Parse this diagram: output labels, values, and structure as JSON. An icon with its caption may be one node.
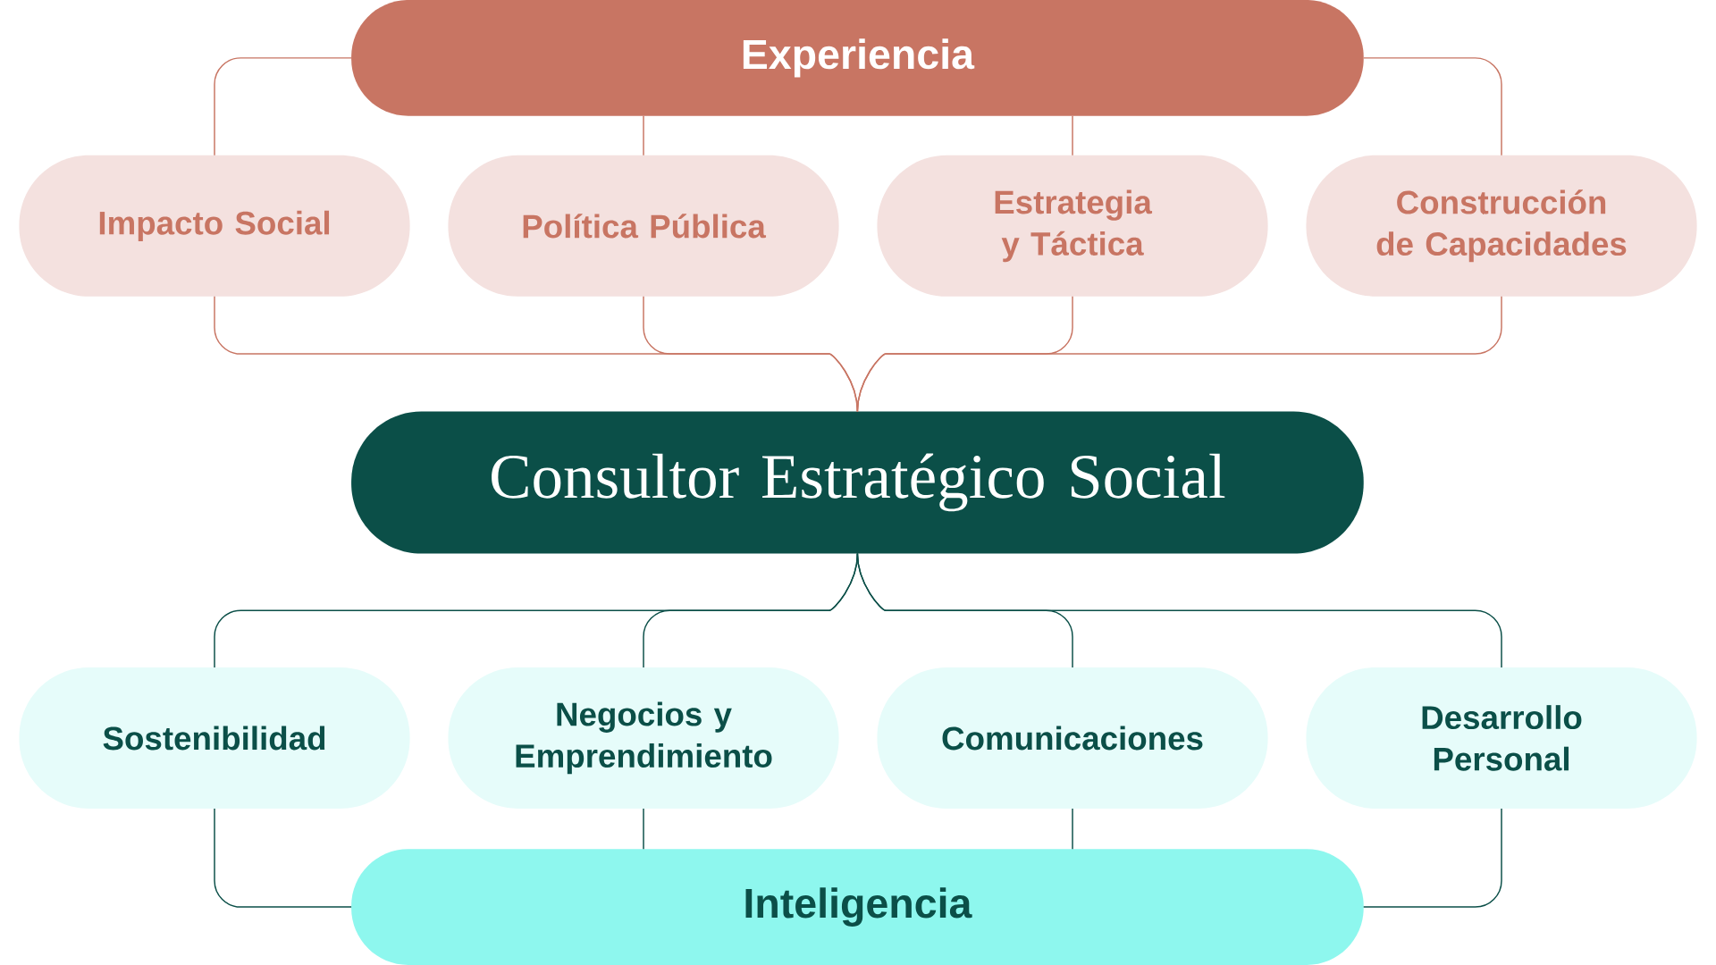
{
  "diagram": {
    "nodes": [
      {
        "text": [
          "Experiencia"
        ]
      },
      {
        "text": [
          "Impacto Social"
        ]
      },
      {
        "text": [
          "Política Pública"
        ]
      },
      {
        "text": [
          "Estrategia y Táctica"
        ]
      },
      {
        "text": [
          "Construcción de Capacidades"
        ]
      },
      {
        "text": [
          "Consultor Estratégico Social"
        ]
      },
      {
        "text": [
          "Sostenibilidad"
        ]
      },
      {
        "text": [
          "Negocios y Emprendimiento"
        ]
      },
      {
        "text": [
          "Comunicaciones"
        ]
      },
      {
        "text": [
          "Desarrollo Personal"
        ]
      },
      {
        "text": [
          "Inteligencia"
        ]
      }
    ],
    "edges": [
      {
        "from": 0,
        "to": 1,
        "arrow": "none",
        "color": "#c87563"
      },
      {
        "from": 0,
        "to": 2,
        "arrow": "none",
        "color": "#c87563"
      },
      {
        "from": 0,
        "to": 3,
        "arrow": "none",
        "color": "#c87563"
      },
      {
        "from": 0,
        "to": 4,
        "arrow": "none",
        "color": "#c87563"
      },
      {
        "from": 1,
        "to": 5,
        "arrow": "none",
        "color": "#c87563"
      },
      {
        "from": 2,
        "to": 5,
        "arrow": "none",
        "color": "#c87563"
      },
      {
        "from": 3,
        "to": 5,
        "arrow": "none",
        "color": "#c87563"
      },
      {
        "from": 4,
        "to": 5,
        "arrow": "none",
        "color": "#c87563"
      },
      {
        "from": 5,
        "to": 6,
        "arrow": "none",
        "color": "#0b4f48"
      },
      {
        "from": 5,
        "to": 7,
        "arrow": "none",
        "color": "#0b4f48"
      },
      {
        "from": 5,
        "to": 8,
        "arrow": "none",
        "color": "#0b4f48"
      },
      {
        "from": 5,
        "to": 9,
        "arrow": "none",
        "color": "#0b4f48"
      },
      {
        "from": 6,
        "to": 10,
        "arrow": "none",
        "color": "#0b4f48"
      },
      {
        "from": 7,
        "to": 10,
        "arrow": "none",
        "color": "#0b4f48"
      },
      {
        "from": 8,
        "to": 10,
        "arrow": "none",
        "color": "#0b4f48"
      },
      {
        "from": 9,
        "to": 10,
        "arrow": "none",
        "color": "#0b4f48"
      }
    ]
  }
}
